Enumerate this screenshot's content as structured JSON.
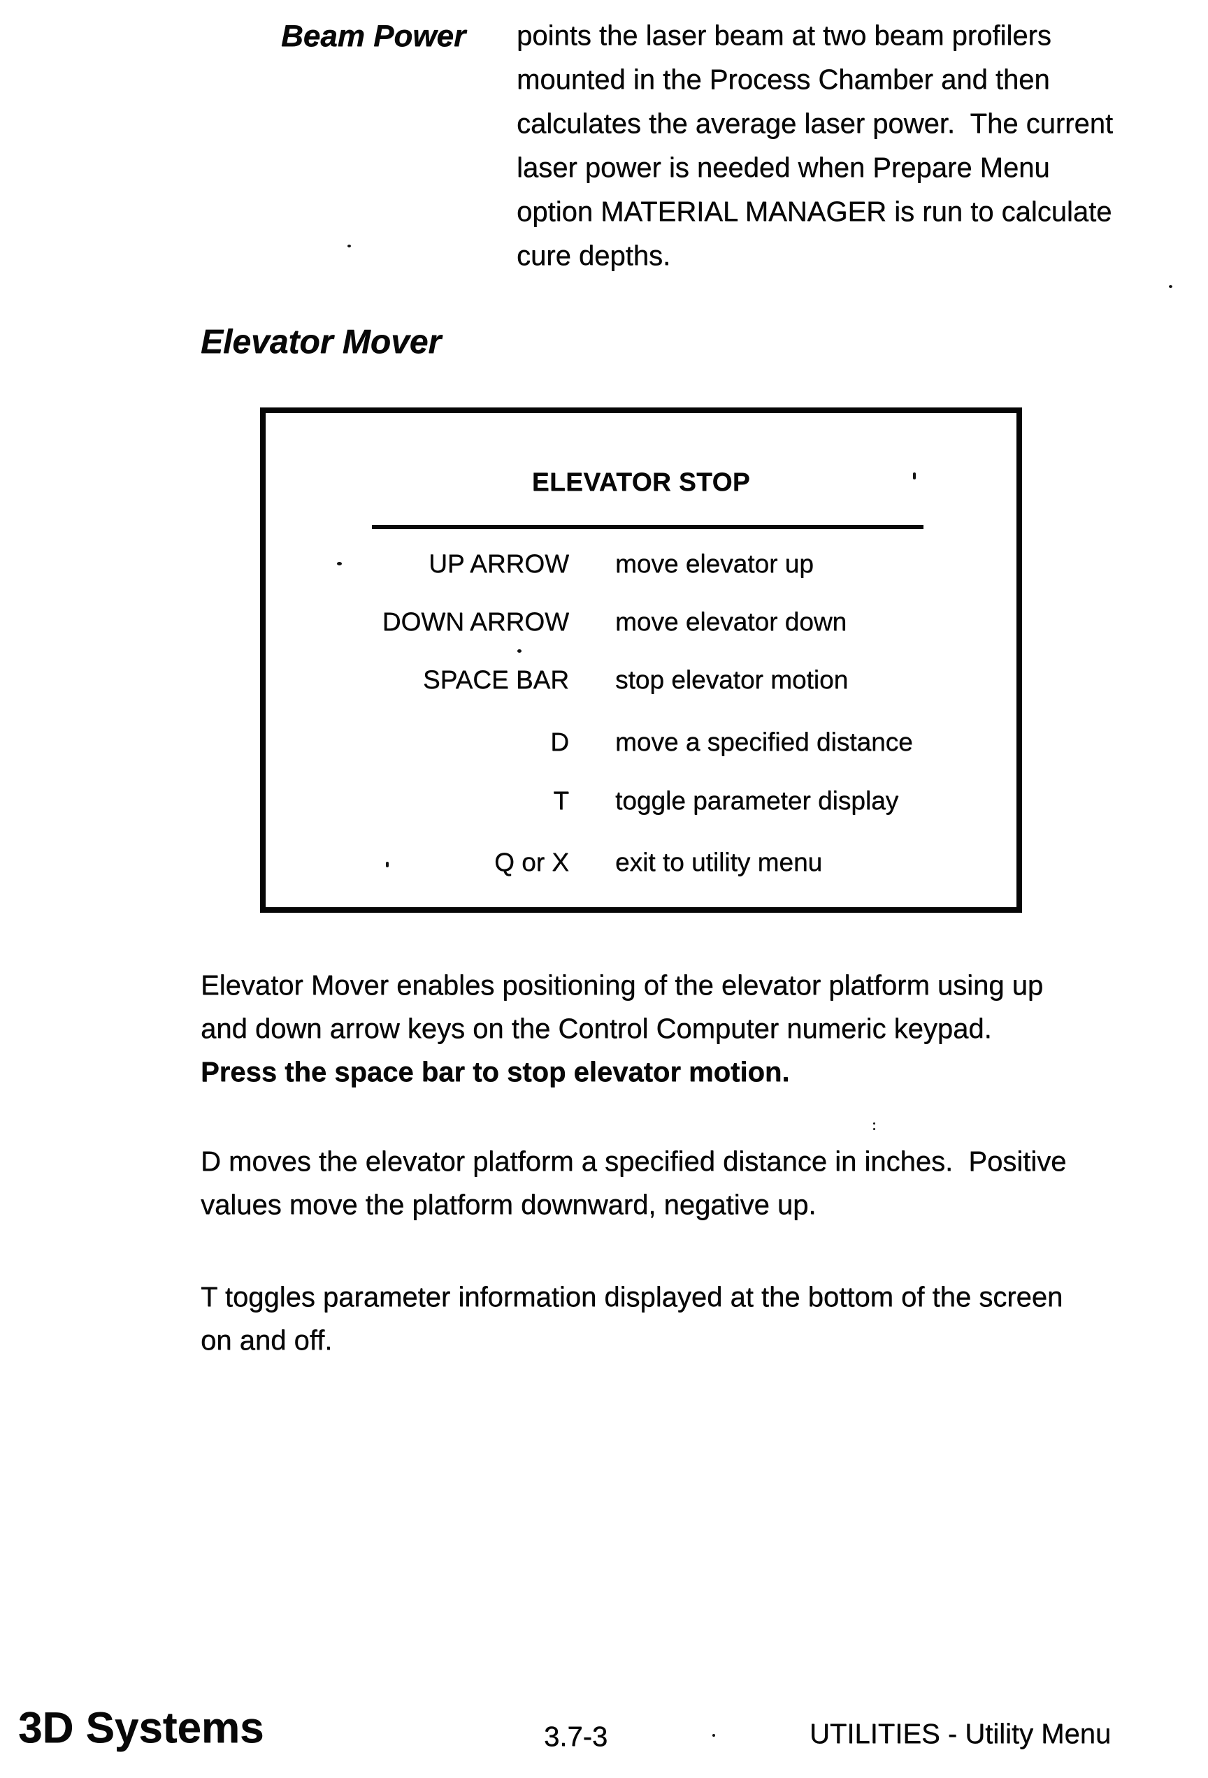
{
  "document": {
    "beam_power": {
      "term": "Beam Power",
      "definition_lines": [
        "points the laser beam at two beam profilers",
        "mounted in the Process Chamber and then",
        "calculates the average laser power.  The current",
        "laser power is needed when Prepare Menu",
        "option MATERIAL MANAGER is run to calculate",
        "cure depths."
      ]
    },
    "section": {
      "heading": "Elevator Mover"
    },
    "menu_box": {
      "title": "ELEVATOR STOP",
      "rows": [
        {
          "key": "UP ARROW",
          "action": "move elevator up"
        },
        {
          "key": "DOWN ARROW",
          "action": "move elevator down"
        },
        {
          "key": "SPACE BAR",
          "action": "stop elevator motion"
        },
        {
          "key": "D",
          "action": "move a specified distance"
        },
        {
          "key": "T",
          "action": "toggle parameter display"
        },
        {
          "key": "Q or X",
          "action": "exit to utility menu"
        }
      ]
    },
    "paragraphs": {
      "p1_lines": [
        "Elevator Mover enables positioning of the elevator platform using up",
        "and down arrow keys on the Control Computer numeric keypad."
      ],
      "p1_bold_line": "Press the space bar to stop elevator motion.",
      "p2_lines": [
        "D moves the elevator platform a specified distance in inches.  Positive",
        "values move the platform downward, negative up."
      ],
      "p3_lines": [
        "T toggles parameter information displayed at the bottom of the screen",
        "on and off."
      ]
    },
    "footer": {
      "brand": "3D Systems",
      "page_number": "3.7-3",
      "section_title": "UTILITIES - Utility Menu"
    }
  }
}
